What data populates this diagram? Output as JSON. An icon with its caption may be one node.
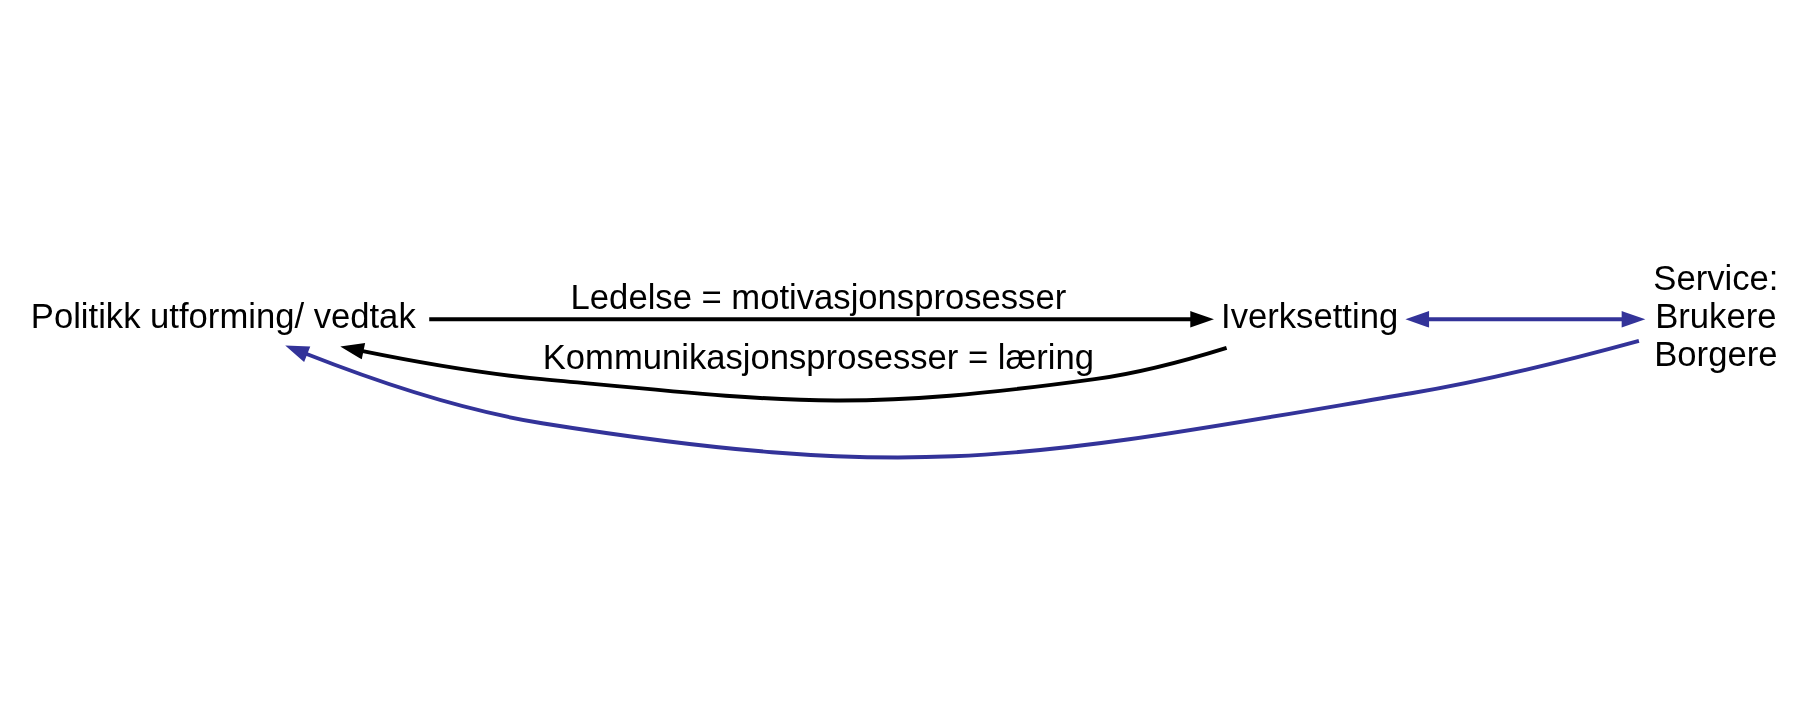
{
  "diagram": {
    "nodes": [
      {
        "text": [
          "Politikk utforming/ vedtak"
        ]
      },
      {
        "text": [
          "Iverksetting"
        ]
      },
      {
        "text": [
          "Service:",
          "Brukere",
          "Borgere"
        ]
      }
    ],
    "edges": [
      {
        "from": 0,
        "to": 1,
        "arrow": "to",
        "label": "Ledelse = motivasjonsprosesser",
        "color": "#000000"
      },
      {
        "from": 1,
        "to": 0,
        "arrow": "to",
        "label": "Kommunikasjonsprosesser = læring",
        "color": "#000000"
      },
      {
        "from": 1,
        "to": 2,
        "arrow": "both",
        "color": "#333399"
      },
      {
        "from": 2,
        "to": 0,
        "arrow": "to",
        "color": "#333399"
      }
    ]
  }
}
